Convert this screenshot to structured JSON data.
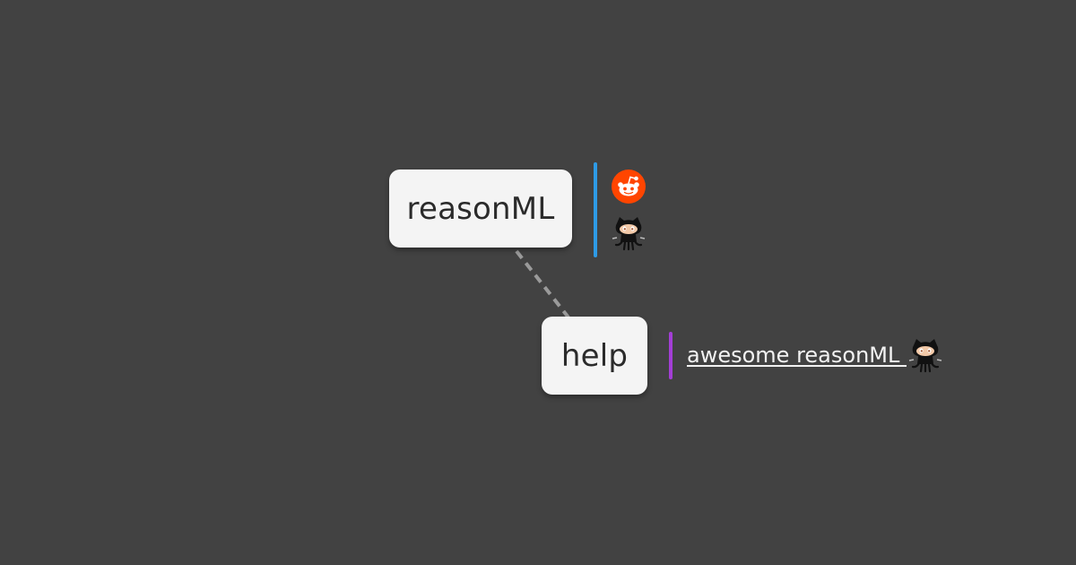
{
  "nodes": {
    "root": {
      "label": "reasonML",
      "bar_color": "#2e9be6",
      "links": [
        {
          "icon": "reddit-icon"
        },
        {
          "icon": "github-octocat-icon"
        }
      ]
    },
    "child": {
      "label": "help",
      "bar_color": "#a33ed6",
      "links": [
        {
          "label": "awesome reasonML ",
          "icon": "github-octocat-icon"
        }
      ]
    }
  },
  "colors": {
    "background": "#424242",
    "node_fill": "#f4f4f4",
    "node_text": "#2b2b2b",
    "connector": "#9a9a9a",
    "link_text": "#f2f2f2",
    "reddit_orange": "#ff4500"
  }
}
